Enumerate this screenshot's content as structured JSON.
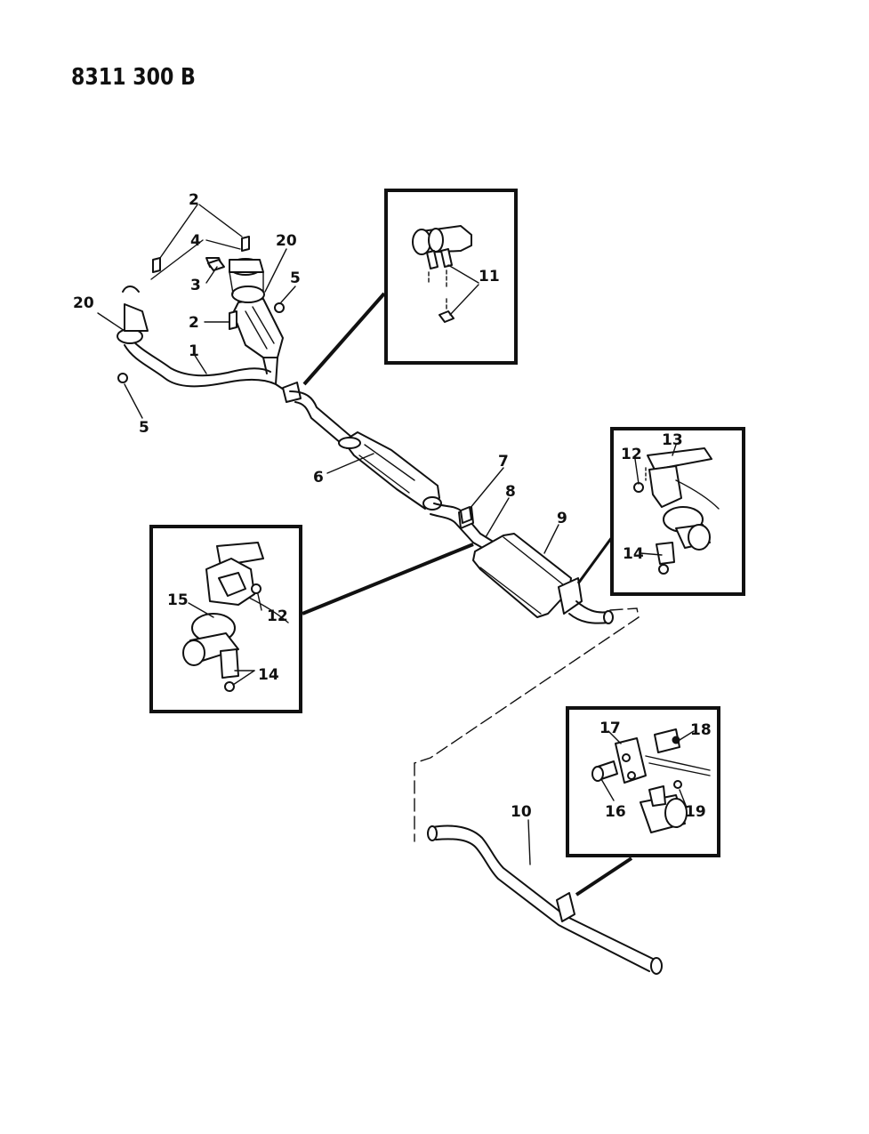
{
  "drawing_code": "8311 300 B",
  "callouts": {
    "c1": "1",
    "c2a": "2",
    "c2b": "2",
    "c3": "3",
    "c4": "4",
    "c5a": "5",
    "c5b": "5",
    "c6": "6",
    "c7": "7",
    "c8": "8",
    "c9": "9",
    "c10": "10",
    "c11": "11",
    "c12a": "12",
    "c12b": "12",
    "c13": "13",
    "c14a": "14",
    "c14b": "14",
    "c15": "15",
    "c16": "16",
    "c17": "17",
    "c18": "18",
    "c19": "19",
    "c20a": "20",
    "c20b": "20"
  }
}
